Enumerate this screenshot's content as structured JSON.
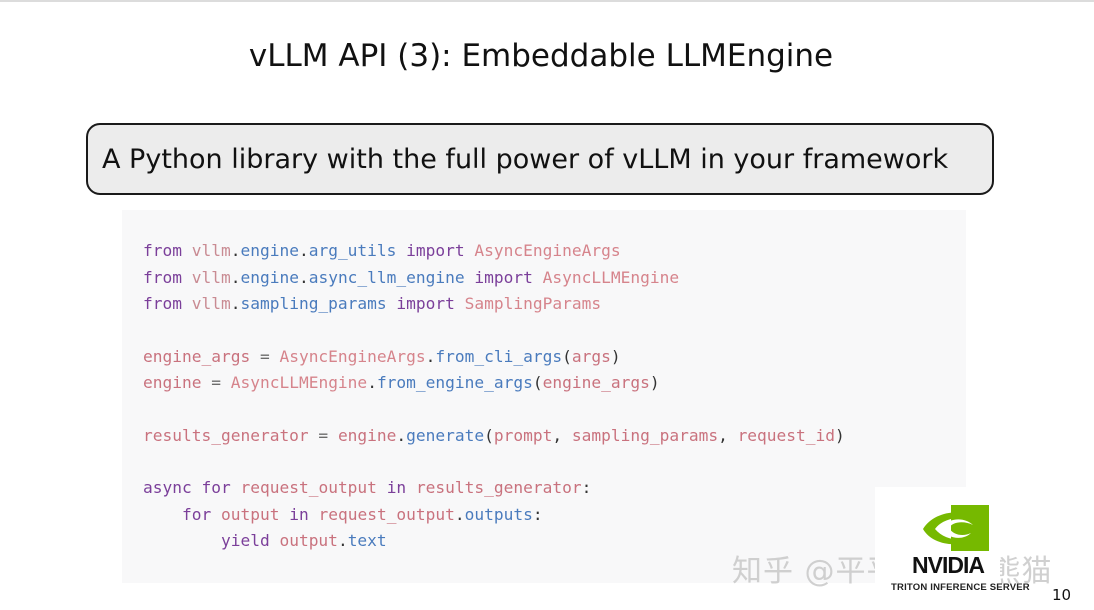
{
  "slide": {
    "title": "vLLM API (3): Embeddable LLMEngine",
    "callout": "A Python library with the full power of vLLM in your framework",
    "page_number": "10"
  },
  "code": {
    "language": "python",
    "lines": [
      [
        [
          "kw",
          "from"
        ],
        [
          "op",
          " "
        ],
        [
          "mod",
          "vllm"
        ],
        [
          "punc",
          "."
        ],
        [
          "attr",
          "engine"
        ],
        [
          "punc",
          "."
        ],
        [
          "attr",
          "arg_utils"
        ],
        [
          "op",
          " "
        ],
        [
          "kw",
          "import"
        ],
        [
          "op",
          " "
        ],
        [
          "cls",
          "AsyncEngineArgs"
        ]
      ],
      [
        [
          "kw",
          "from"
        ],
        [
          "op",
          " "
        ],
        [
          "mod",
          "vllm"
        ],
        [
          "punc",
          "."
        ],
        [
          "attr",
          "engine"
        ],
        [
          "punc",
          "."
        ],
        [
          "attr",
          "async_llm_engine"
        ],
        [
          "op",
          " "
        ],
        [
          "kw",
          "import"
        ],
        [
          "op",
          " "
        ],
        [
          "cls",
          "AsyncLLMEngine"
        ]
      ],
      [
        [
          "kw",
          "from"
        ],
        [
          "op",
          " "
        ],
        [
          "mod",
          "vllm"
        ],
        [
          "punc",
          "."
        ],
        [
          "attr",
          "sampling_params"
        ],
        [
          "op",
          " "
        ],
        [
          "kw",
          "import"
        ],
        [
          "op",
          " "
        ],
        [
          "cls",
          "SamplingParams"
        ]
      ],
      [],
      [
        [
          "var",
          "engine_args"
        ],
        [
          "op",
          " = "
        ],
        [
          "cls",
          "AsyncEngineArgs"
        ],
        [
          "punc",
          "."
        ],
        [
          "attr",
          "from_cli_args"
        ],
        [
          "punc",
          "("
        ],
        [
          "var",
          "args"
        ],
        [
          "punc",
          ")"
        ]
      ],
      [
        [
          "var",
          "engine"
        ],
        [
          "op",
          " = "
        ],
        [
          "cls",
          "AsyncLLMEngine"
        ],
        [
          "punc",
          "."
        ],
        [
          "attr",
          "from_engine_args"
        ],
        [
          "punc",
          "("
        ],
        [
          "var",
          "engine_args"
        ],
        [
          "punc",
          ")"
        ]
      ],
      [],
      [
        [
          "var",
          "results_generator"
        ],
        [
          "op",
          " = "
        ],
        [
          "var",
          "engine"
        ],
        [
          "punc",
          "."
        ],
        [
          "attr",
          "generate"
        ],
        [
          "punc",
          "("
        ],
        [
          "var",
          "prompt"
        ],
        [
          "punc",
          ", "
        ],
        [
          "var",
          "sampling_params"
        ],
        [
          "punc",
          ", "
        ],
        [
          "var",
          "request_id"
        ],
        [
          "punc",
          ")"
        ]
      ],
      [],
      [
        [
          "kw",
          "async"
        ],
        [
          "op",
          " "
        ],
        [
          "kw",
          "for"
        ],
        [
          "op",
          " "
        ],
        [
          "var",
          "request_output"
        ],
        [
          "op",
          " "
        ],
        [
          "kw",
          "in"
        ],
        [
          "op",
          " "
        ],
        [
          "var",
          "results_generator"
        ],
        [
          "punc",
          ":"
        ]
      ],
      [
        [
          "op",
          "    "
        ],
        [
          "kw",
          "for"
        ],
        [
          "op",
          " "
        ],
        [
          "var",
          "output"
        ],
        [
          "op",
          " "
        ],
        [
          "kw",
          "in"
        ],
        [
          "op",
          " "
        ],
        [
          "var",
          "request_output"
        ],
        [
          "punc",
          "."
        ],
        [
          "attr",
          "outputs"
        ],
        [
          "punc",
          ":"
        ]
      ],
      [
        [
          "op",
          "        "
        ],
        [
          "kw",
          "yield"
        ],
        [
          "op",
          " "
        ],
        [
          "var",
          "output"
        ],
        [
          "punc",
          "."
        ],
        [
          "attr",
          "text"
        ]
      ]
    ]
  },
  "logo": {
    "brand": "NVIDIA",
    "product": "TRITON INFERENCE SERVER",
    "brand_color": "#76b900",
    "icon": "nvidia-eye-icon"
  },
  "watermark": {
    "text": "知乎 @平平无奇小熊猫"
  }
}
